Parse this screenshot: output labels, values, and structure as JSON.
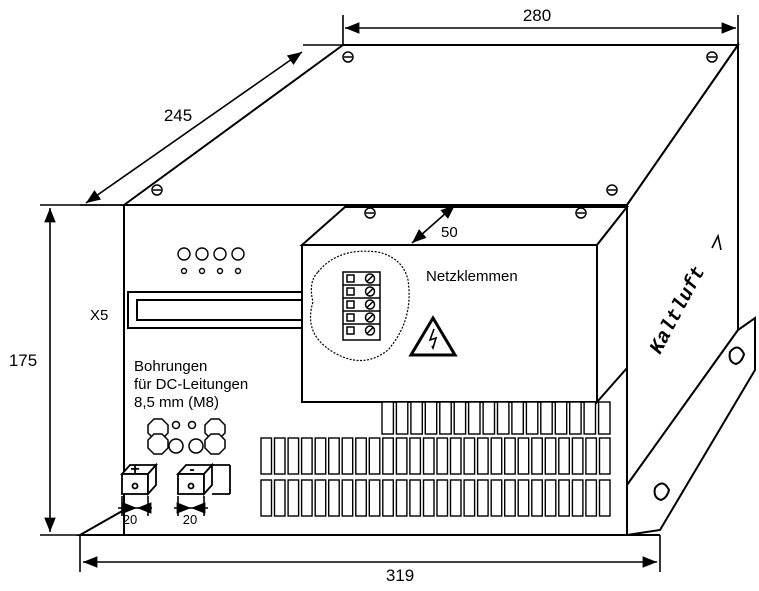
{
  "dimensions": {
    "width_top": "280",
    "depth": "245",
    "height": "175",
    "width_total": "319",
    "terminal_offset": "50",
    "bolt_spacing_left": "20",
    "bolt_spacing_right": "20"
  },
  "labels": {
    "connector": "X5",
    "mains_terminals": "Netzklemmen",
    "holes_line1": "Bohrungen",
    "holes_line2": "für DC-Leitungen",
    "holes_line3": "8,5 mm (M8)",
    "plus_terminal": "+",
    "minus_terminal": "-",
    "side_text": "Kaltluft",
    "warning_symbol": "lightning-warning-icon"
  },
  "colors": {
    "line": "#000000",
    "background": "#ffffff"
  }
}
